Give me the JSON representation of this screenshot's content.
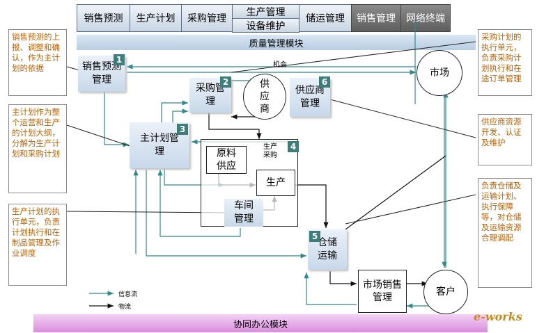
{
  "top_tabs": {
    "sales_forecast": "销售预测",
    "production_plan": "生产计划",
    "purchase_mgmt": "采购管理",
    "production_mgmt": "生产管理",
    "equipment_maint": "设备维护",
    "storage_transport": "储运管理",
    "sales_mgmt": "销售管理",
    "network_terminal": "网络终端"
  },
  "quality_bar": "质量管理模块",
  "office_bar": "协同办公模块",
  "notes": {
    "left_1": "销售预测的上报、调整和确认，作为主计划的依据",
    "left_2": "主计划作为整个运营和生产的计划大纲，分解为生产计划和采购计划",
    "left_3": "生产计划的执行单元，负责计划执行和在制品管理及作业调度",
    "right_1": "采购计划的执行单元，负责采购计划执行和在途订单管理",
    "right_2": "供应商资源开发、认证及维护",
    "right_3": "负责仓储及运输计划、执行保障等，对仓储及运输资源合理调配"
  },
  "modules": {
    "m1": {
      "label": "销售预测管理",
      "num": "1"
    },
    "m2": {
      "label": "采购管理",
      "num": "2"
    },
    "m3": {
      "label": "主计划管理",
      "num": "3"
    },
    "m4": {
      "num": "4"
    },
    "m5": {
      "label": "仓储运输",
      "num": "5"
    },
    "m6": {
      "label": "供应商管理",
      "num": "6"
    }
  },
  "nodes": {
    "supplier": "供应商",
    "market": "市场",
    "customer": "客户",
    "raw_material": "原料供应",
    "production": "生产",
    "workshop": "车间管理",
    "market_sales": "市场销售管理",
    "prod_purchase": "生产采购",
    "opportunity": "机会"
  },
  "legend": {
    "info_flow": "信息流",
    "material_flow": "物流"
  },
  "logo": "e-works",
  "colors": {
    "info_flow": "#2e8b87",
    "material_flow": "#111111",
    "note_text": "#c06000",
    "badge": "#3d7d7a",
    "office_bar": "#e6a8e8"
  }
}
